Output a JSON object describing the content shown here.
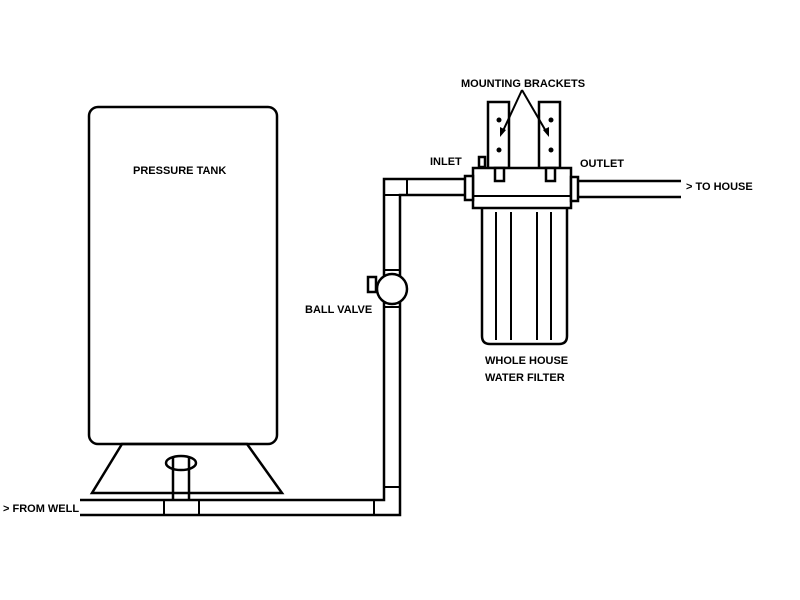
{
  "labels": {
    "pressure_tank": "PRESSURE TANK",
    "mounting_brackets": "MOUNTING BRACKETS",
    "inlet": "INLET",
    "outlet": "OUTLET",
    "to_house": "> TO HOUSE",
    "ball_valve": "BALL VALVE",
    "filter_line1": "WHOLE HOUSE",
    "filter_line2": "WATER FILTER",
    "from_well": "> FROM WELL"
  }
}
